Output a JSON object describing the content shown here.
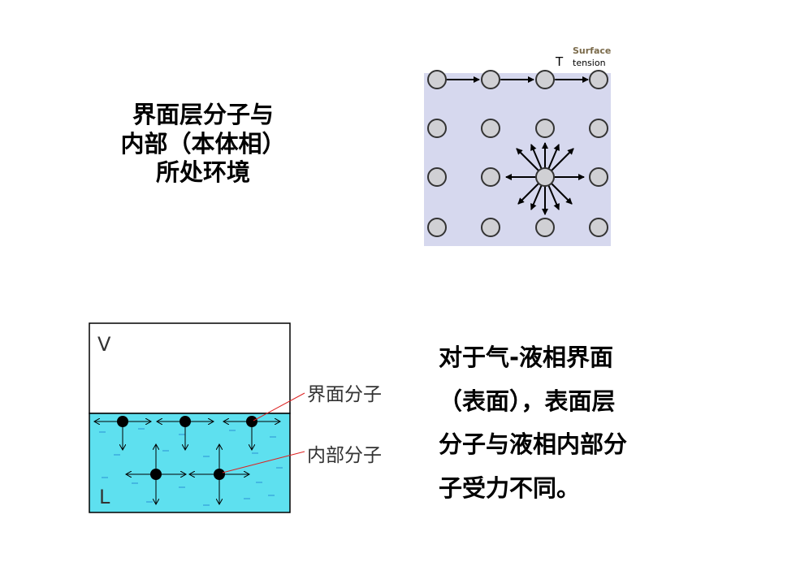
{
  "caption_left": {
    "line1": "界面层分子与",
    "line2": "内部（本体相）",
    "line3": "所处环境"
  },
  "surface_diagram": {
    "label_surface": "Surface",
    "label_tension": "tension",
    "label_t": "T",
    "bg_color": "#d6d8ee"
  },
  "vl_diagram": {
    "vapor_label": "V",
    "liquid_label": "L",
    "interface_molecule_label": "界面分子",
    "interior_molecule_label": "内部分子",
    "liquid_color": "#5ee0ef"
  },
  "caption_right": {
    "line1": "对于气-液相界面",
    "line2": "（表面），表面层",
    "line3": "分子与液相内部分",
    "line4": "子受力不同。"
  }
}
